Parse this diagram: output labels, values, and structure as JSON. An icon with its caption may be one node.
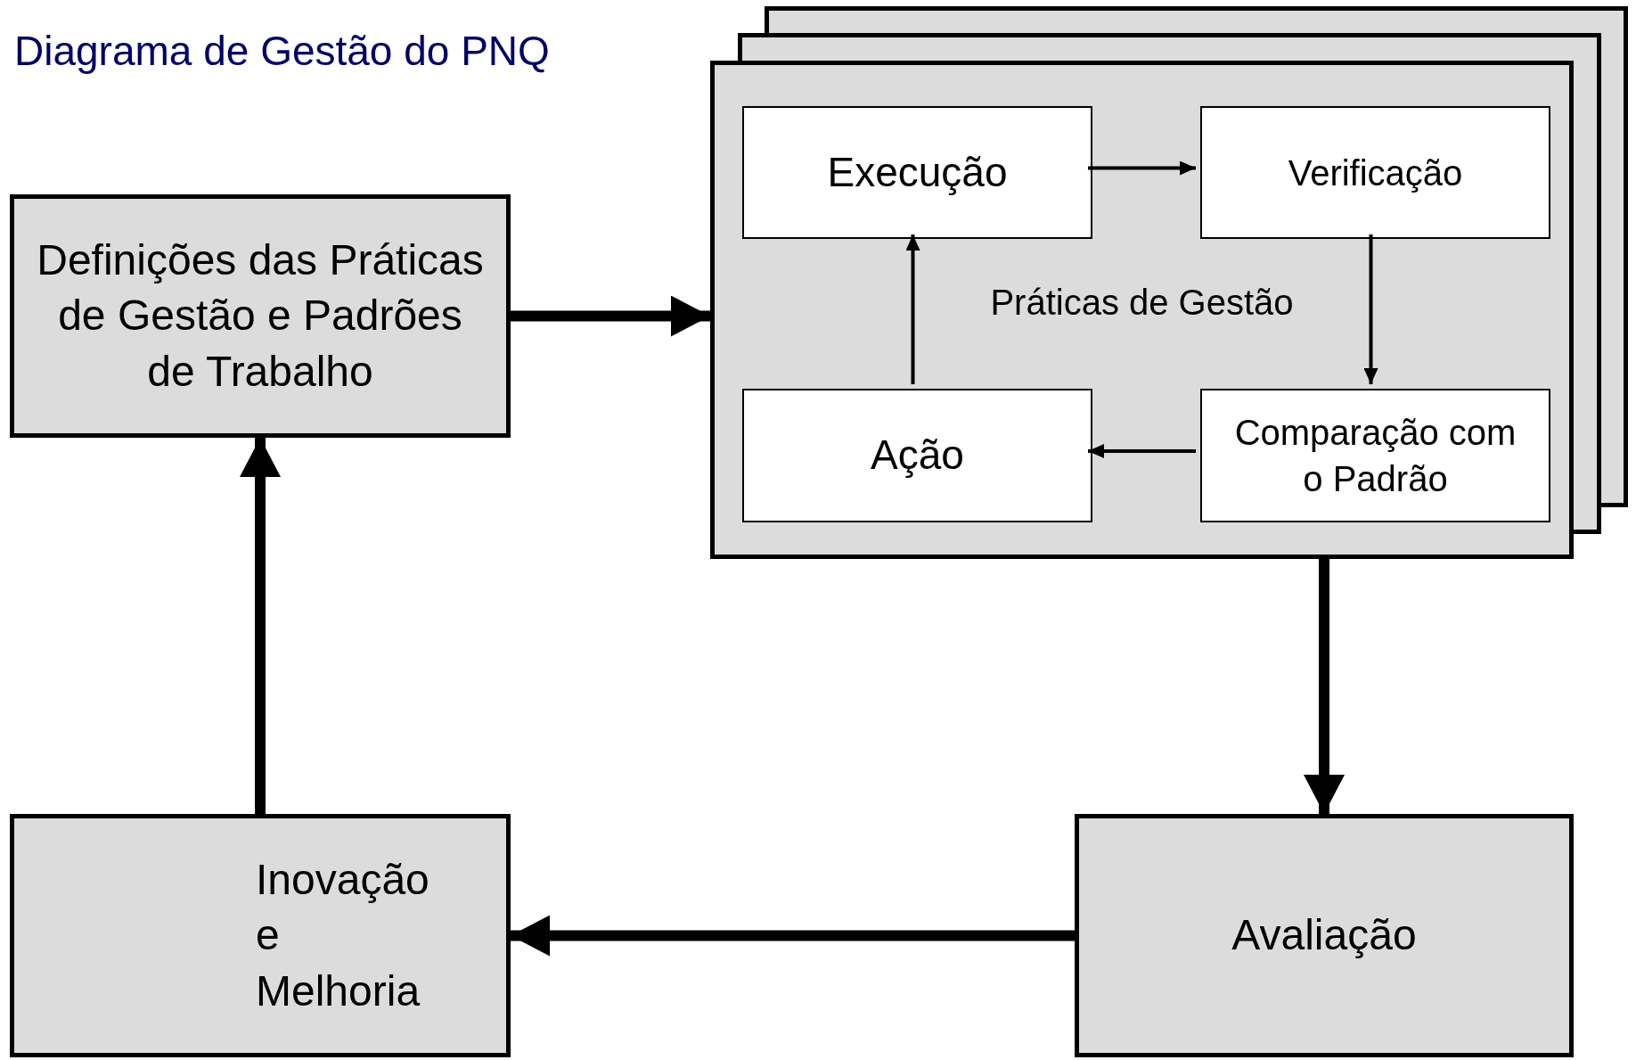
{
  "diagram": {
    "title": "Diagrama de Gestão do PNQ",
    "nodes": [
      {
        "text": [
          "Definições das Práticas de Gestão e Padrões de Trabalho"
        ]
      },
      {
        "text": [
          "Práticas de Gestão"
        ]
      },
      {
        "text": [
          "Execução"
        ],
        "in": 1
      },
      {
        "text": [
          "Verificação"
        ],
        "in": 1
      },
      {
        "text": [
          "Comparação com o Padrão"
        ],
        "in": 1
      },
      {
        "text": [
          "Ação"
        ],
        "in": 1
      },
      {
        "text": [
          "Avaliação"
        ]
      },
      {
        "text": [
          "Inovação e Melhoria"
        ]
      }
    ],
    "edges": [
      {
        "from": 0,
        "to": 1,
        "arrow": "to",
        "style": "thick"
      },
      {
        "from": 2,
        "to": 3,
        "arrow": "to"
      },
      {
        "from": 3,
        "to": 4,
        "arrow": "to"
      },
      {
        "from": 4,
        "to": 5,
        "arrow": "to"
      },
      {
        "from": 5,
        "to": 2,
        "arrow": "to"
      },
      {
        "from": 1,
        "to": 6,
        "arrow": "to",
        "style": "thick"
      },
      {
        "from": 6,
        "to": 7,
        "arrow": "to",
        "style": "thick"
      },
      {
        "from": 7,
        "to": 0,
        "arrow": "to",
        "style": "thick"
      }
    ]
  }
}
